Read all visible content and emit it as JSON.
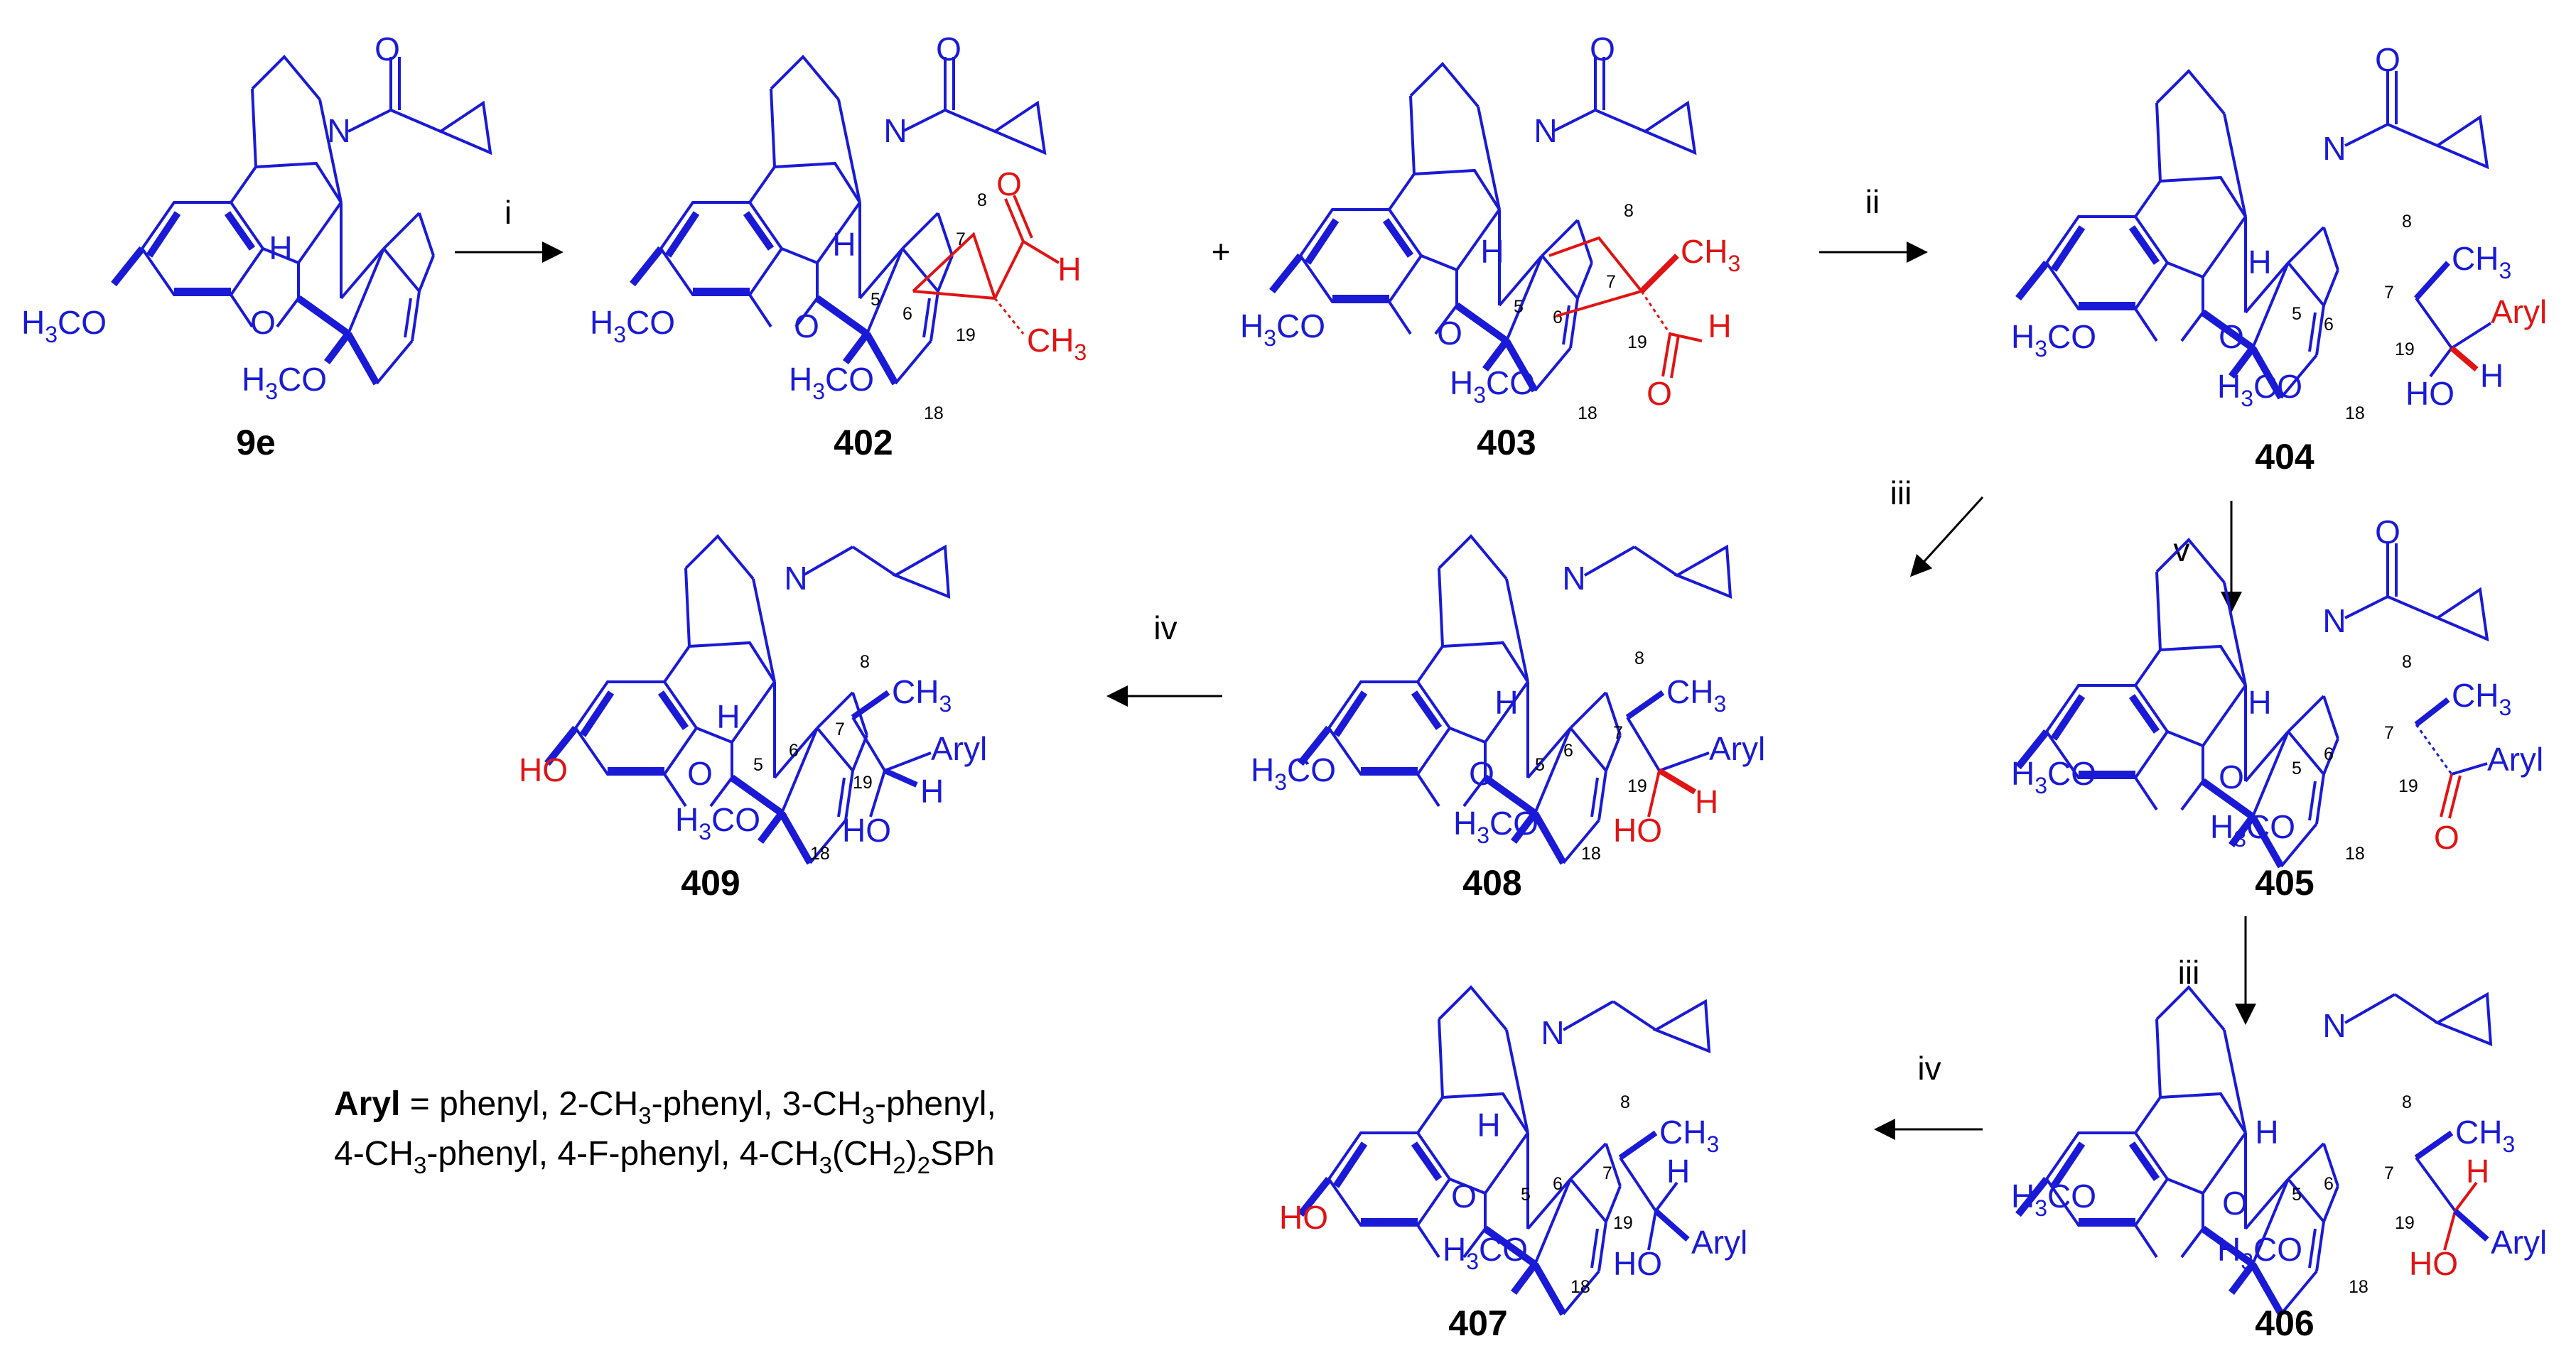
{
  "colors": {
    "skeleton": "#1a1ad6",
    "highlight": "#e01414",
    "ink": "#000000",
    "background": "#ffffff"
  },
  "atoms": {
    "n": "N",
    "o": "O",
    "h": "H",
    "ho": "HO",
    "h3co": "H3CO",
    "ch3": "CH3",
    "aryl": "Aryl",
    "h3_pre": "H",
    "h3_sub": "3",
    "co_post": "CO",
    "ch3_pre": "CH",
    "ch3_sub": "3"
  },
  "position_numbers": {
    "c5": "5",
    "c6": "6",
    "c7": "7",
    "c8": "8",
    "c18": "18",
    "c19": "19"
  },
  "compounds": {
    "c9e": "9e",
    "c402": "402",
    "c403": "403",
    "c404": "404",
    "c405": "405",
    "c406": "406",
    "c407": "407",
    "c408": "408",
    "c409": "409"
  },
  "plus_sign": "+",
  "conditions": {
    "step_i": "i",
    "step_ii": "ii",
    "step_iii_a": "iii",
    "step_v": "v",
    "step_iv_a": "iv",
    "step_iii_b": "iii",
    "step_iv_b": "iv"
  },
  "legend": {
    "term": "Aryl",
    "line1_a": " = phenyl, 2-CH",
    "line1_sub1": "3",
    "line1_b": "-phenyl, 3-CH",
    "line1_sub2": "3",
    "line1_c": "-phenyl,",
    "line2_a": "4-CH",
    "line2_sub1": "3",
    "line2_b": "-phenyl, 4-F-phenyl, 4-CH",
    "line2_sub2": "3",
    "line2_c": "(CH",
    "line2_sub3": "2",
    "line2_d": ")",
    "line2_sub4": "2",
    "line2_e": "SPh"
  }
}
